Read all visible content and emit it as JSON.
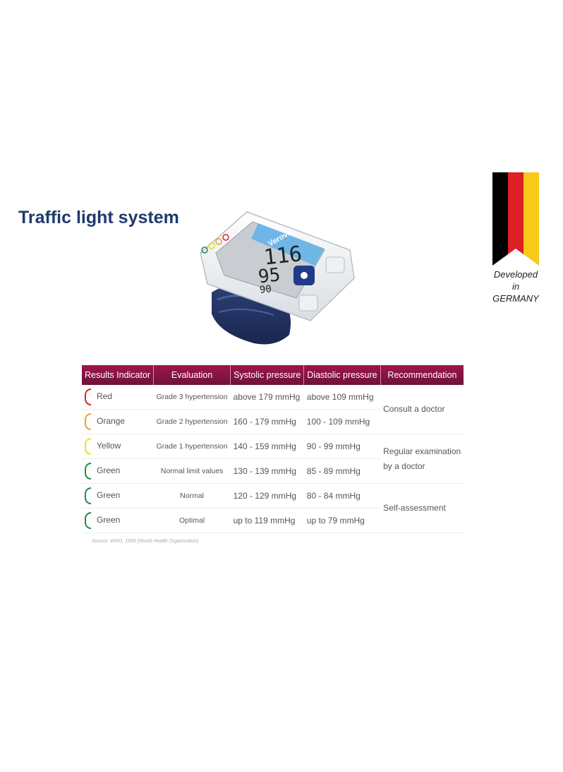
{
  "title": "Traffic light system",
  "badge": {
    "lines": [
      "Developed",
      "in",
      "GERMANY"
    ],
    "flag_colors": [
      "#000000",
      "#dd1f26",
      "#f7c919"
    ]
  },
  "device": {
    "brand": "Veroval",
    "systolic": "116",
    "diastolic": "95",
    "pulse": "90"
  },
  "table": {
    "headers": [
      "Results Indicator",
      "Evaluation",
      "Systolic pressure",
      "Diastolic pressure",
      "Recommendation"
    ],
    "rows": [
      {
        "indicator": "Red",
        "color": "#d9232d",
        "evaluation": "Grade 3 hypertension",
        "systolic": "above 179 mmHg",
        "diastolic": "above 109 mmHg"
      },
      {
        "indicator": "Orange",
        "color": "#e8a33a",
        "evaluation": "Grade 2 hypertension",
        "systolic": "160 - 179 mmHg",
        "diastolic": "100 - 109 mmHg"
      },
      {
        "indicator": "Yellow",
        "color": "#e8de2a",
        "evaluation": "Grade 1 hypertension",
        "systolic": "140 - 159 mmHg",
        "diastolic": "90 - 99 mmHg"
      },
      {
        "indicator": "Green",
        "color": "#1f8a4c",
        "evaluation": "Normal limit values",
        "systolic": "130 - 139 mmHg",
        "diastolic": "85 - 89 mmHg"
      },
      {
        "indicator": "Green",
        "color": "#1f8a4c",
        "evaluation": "Normal",
        "systolic": "120 - 129 mmHg",
        "diastolic": "80 - 84 mmHg"
      },
      {
        "indicator": "Green",
        "color": "#1f8a4c",
        "evaluation": "Optimal",
        "systolic": "up to 119 mmHg",
        "diastolic": "up to 79 mmHg"
      }
    ],
    "recommendations": [
      [
        "Consult a doctor"
      ],
      [
        "Regular examination",
        "by a doctor"
      ],
      [
        "Self-assessment"
      ]
    ]
  },
  "source": "Source: WHO, 1999 (World Health Organization)"
}
